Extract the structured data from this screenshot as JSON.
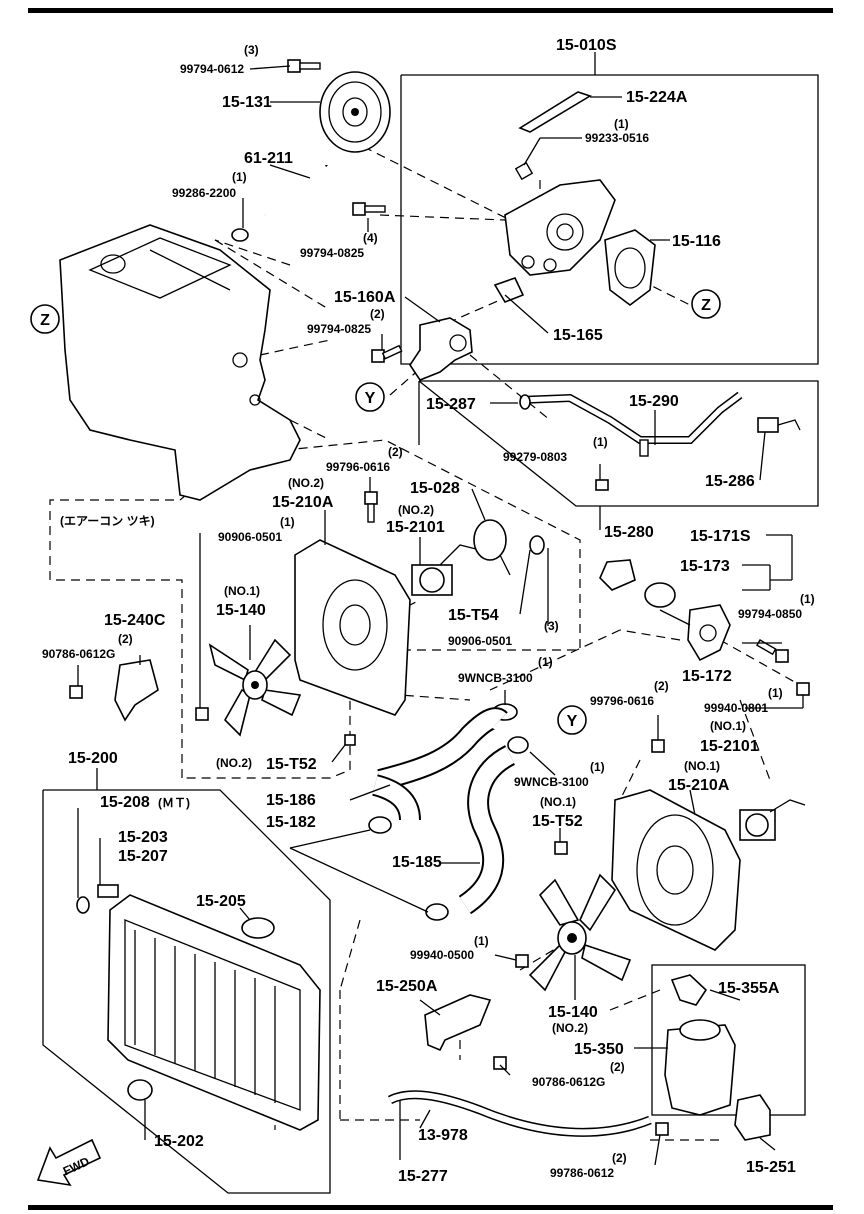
{
  "labels": {
    "l_15_010S": "15-010S",
    "l_99794_0612": "99794-0612",
    "l_99794_0612_qty": "(3)",
    "l_15_224A": "15-224A",
    "l_15_131": "15-131",
    "l_99233_0516": "99233-0516",
    "l_99233_0516_qty": "(1)",
    "l_61_211": "61-211",
    "l_99286_2200": "99286-2200",
    "l_99286_2200_qty": "(1)",
    "l_15_116": "15-116",
    "l_99794_0825a": "99794-0825",
    "l_99794_0825a_qty": "(4)",
    "l_15_160A": "15-160A",
    "l_99794_0825b": "99794-0825",
    "l_99794_0825b_qty": "(2)",
    "l_15_165": "15-165",
    "l_15_287": "15-287",
    "l_15_290": "15-290",
    "l_99279_0803": "99279-0803",
    "l_99279_0803_qty": "(1)",
    "l_15_286": "15-286",
    "l_99796_0616a": "99796-0616",
    "l_99796_0616a_qty": "(2)",
    "l_no2_a": "(NO.2)",
    "l_15_210A_a": "15-210A",
    "l_15_028": "15-028",
    "l_no2_b": "(NO.2)",
    "l_15_2101_a": "15-2101",
    "l_aircon": "(エアーコン ツキ)",
    "l_90906_0501a": "90906-0501",
    "l_90906_0501a_qty": "(1)",
    "l_15_280": "15-280",
    "l_15_171S": "15-171S",
    "l_15_173": "15-173",
    "l_no1_a": "(NO.1)",
    "l_15_140_a": "15-140",
    "l_15_T54": "15-T54",
    "l_90906_0501b": "90906-0501",
    "l_90906_0501b_qty": "(3)",
    "l_99794_0850": "99794-0850",
    "l_99794_0850_qty": "(1)",
    "l_15_240C": "15-240C",
    "l_90786_0612G_a": "90786-0612G",
    "l_90786_0612G_a_qty": "(2)",
    "l_9WNCB_3100a": "9WNCB-3100",
    "l_9WNCB_3100a_qty": "(1)",
    "l_15_172": "15-172",
    "l_99796_0616b": "99796-0616",
    "l_99796_0616b_qty": "(2)",
    "l_99940_0801": "99940-0801",
    "l_99940_0801_qty": "(1)",
    "l_no1_b": "(NO.1)",
    "l_15_2101_b": "15-2101",
    "l_no2_c": "(NO.2)",
    "l_15_T52_a": "15-T52",
    "l_15_200": "15-200",
    "l_9WNCB_3100b": "9WNCB-3100",
    "l_9WNCB_3100b_qty": "(1)",
    "l_no1_c": "(NO.1)",
    "l_15_210A_b": "15-210A",
    "l_15_186": "15-186",
    "l_15_208": "15-208",
    "l_15_208_note": "(ＭＴ)",
    "l_15_182": "15-182",
    "l_no1_d": "(NO.1)",
    "l_15_T52_b": "15-T52",
    "l_15_203": "15-203",
    "l_15_207": "15-207",
    "l_15_185": "15-185",
    "l_15_205": "15-205",
    "l_99940_0500": "99940-0500",
    "l_99940_0500_qty": "(1)",
    "l_15_250A": "15-250A",
    "l_15_140_b": "15-140",
    "l_no2_d": "(NO.2)",
    "l_15_355A": "15-355A",
    "l_15_350": "15-350",
    "l_90786_0612G_b": "90786-0612G",
    "l_90786_0612G_b_qty": "(2)",
    "l_15_202": "15-202",
    "l_13_978": "13-978",
    "l_99786_0612": "99786-0612",
    "l_99786_0612_qty": "(2)",
    "l_15_277": "15-277",
    "l_15_251": "15-251",
    "ref_Z": "Z",
    "ref_Y": "Y",
    "fwd": "FWD"
  },
  "icons": [
    "fwd-arrow-icon",
    "reference-circle-z-icon",
    "reference-circle-y-icon"
  ]
}
